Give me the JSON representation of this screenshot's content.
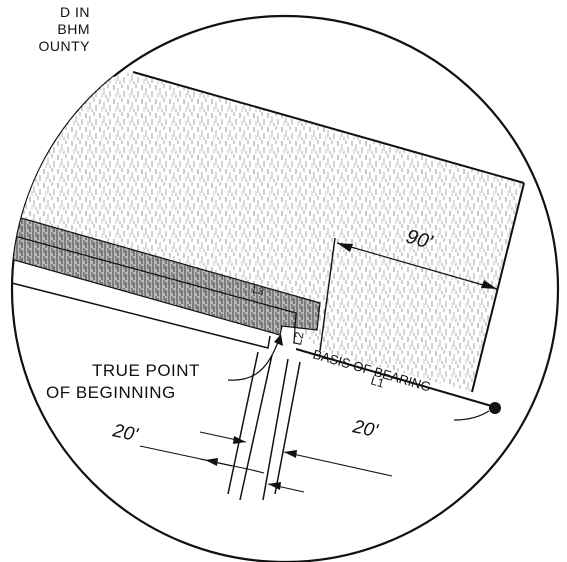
{
  "corner_note": {
    "lines": [
      "D IN",
      "BHM",
      "OUNTY"
    ]
  },
  "callout": {
    "line1": "TRUE POINT",
    "line2": "OF BEGINNING"
  },
  "dimensions": {
    "top_width": "90'",
    "left_offset": "20'",
    "right_offset": "20'"
  },
  "labels": {
    "basis_of_bearing": "BASIS OF BEARING",
    "line_l1": "L1",
    "line_l2": "L2",
    "line_l3": "L3"
  },
  "colors": {
    "ink": "#111111",
    "stipple": "#9a9a9a",
    "hatch": "#555555"
  }
}
